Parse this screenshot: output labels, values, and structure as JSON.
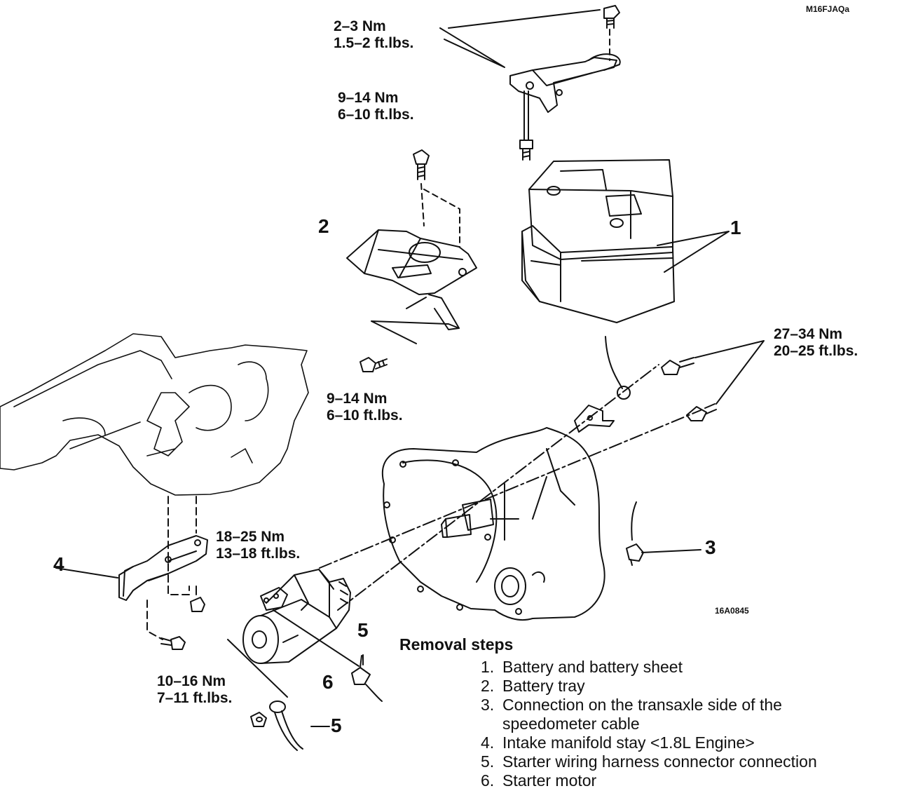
{
  "diagram": {
    "code_top": "M16FJAQa",
    "code_figure": "16A0845",
    "torque_specs": [
      {
        "id": "bracket-bolt",
        "nm": "2–3 Nm",
        "ftlbs": "1.5–2 ft.lbs."
      },
      {
        "id": "battery-holder-nut",
        "nm": "9–14 Nm",
        "ftlbs": "6–10 ft.lbs."
      },
      {
        "id": "tray-bolt",
        "nm": "9–14 Nm",
        "ftlbs": "6–10 ft.lbs."
      },
      {
        "id": "starter-bolts",
        "nm": "27–34 Nm",
        "ftlbs": "20–25 ft.lbs."
      },
      {
        "id": "manifold-stay-bolt",
        "nm": "18–25 Nm",
        "ftlbs": "13–18 ft.lbs."
      },
      {
        "id": "terminal-nut",
        "nm": "10–16 Nm",
        "ftlbs": "7–11 ft.lbs."
      }
    ],
    "callouts": {
      "battery": "1",
      "tray": "2",
      "speedometer": "3",
      "stay": "4",
      "connector_a": "5",
      "connector_b": "5",
      "starter": "6"
    }
  },
  "removal": {
    "title": "Removal steps",
    "steps": [
      {
        "num": "1.",
        "text": "Battery and battery sheet"
      },
      {
        "num": "2.",
        "text": "Battery tray"
      },
      {
        "num": "3.",
        "text": "Connection on the transaxle side of the speedometer cable"
      },
      {
        "num": "4.",
        "text": "Intake manifold stay <1.8L Engine>"
      },
      {
        "num": "5.",
        "text": "Starter wiring harness connector connection"
      },
      {
        "num": "6.",
        "text": "Starter motor"
      }
    ]
  }
}
